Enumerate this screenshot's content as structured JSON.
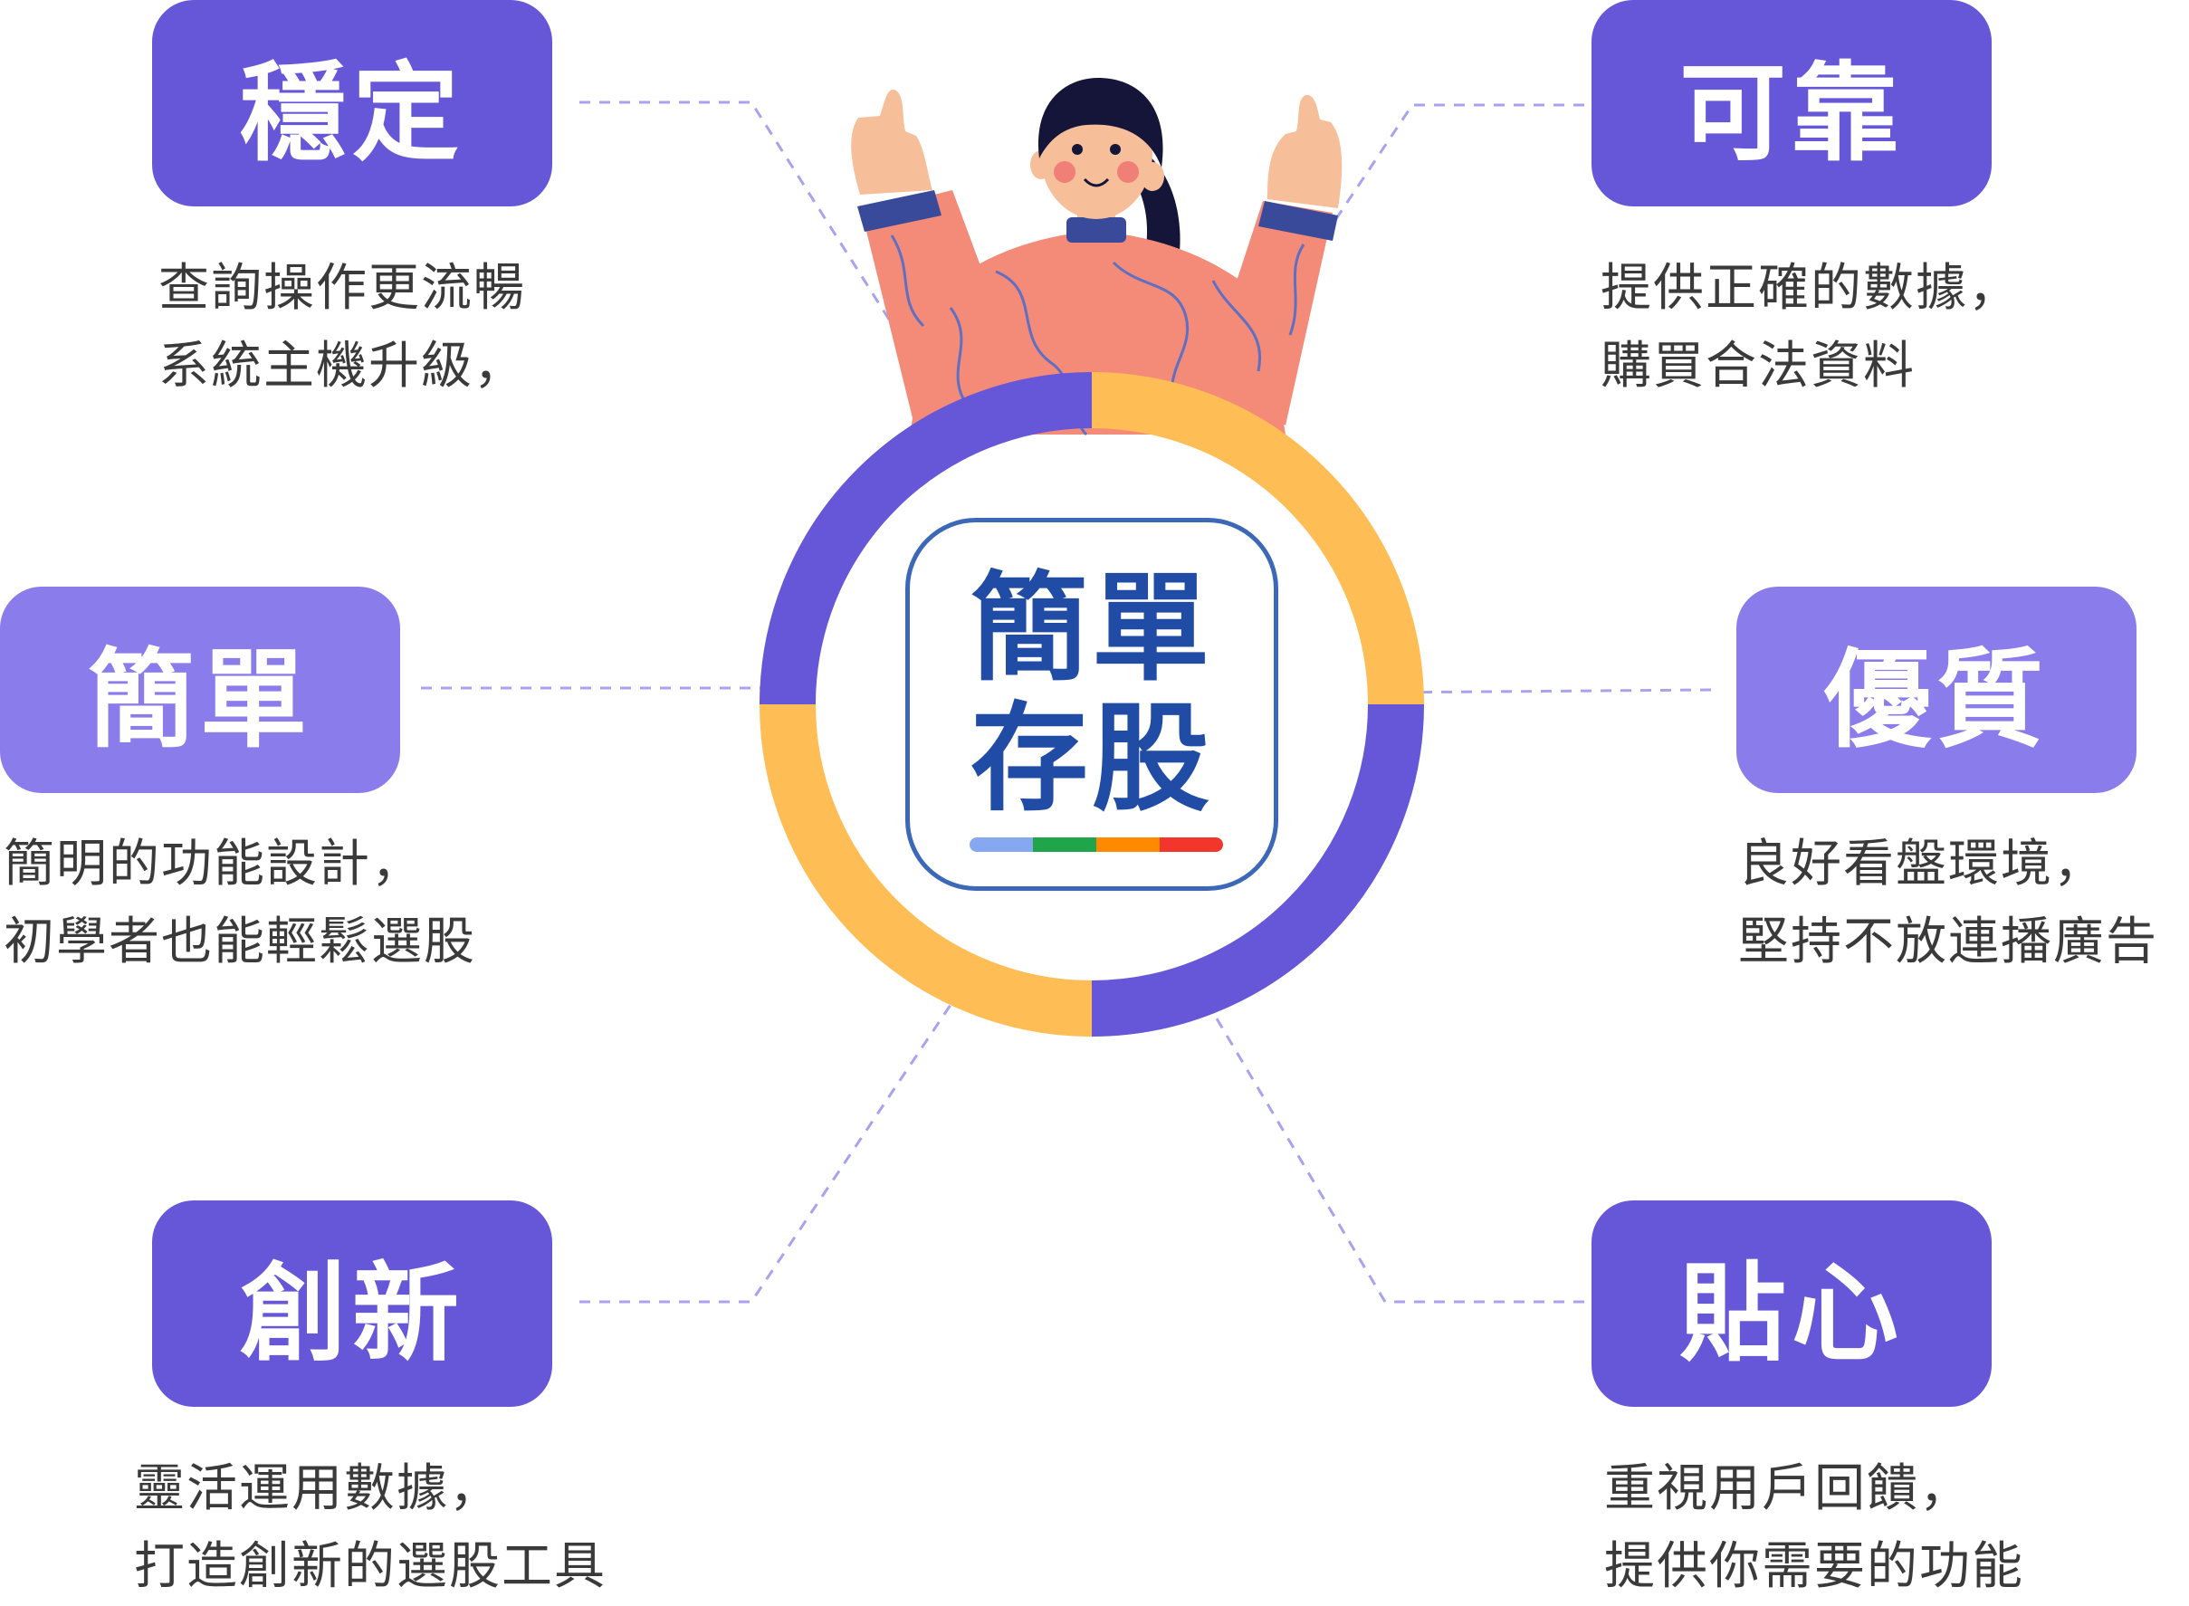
{
  "center": {
    "logo_line1": "簡單",
    "logo_line2": "存股",
    "ring_colors": [
      "#6657D9",
      "#FFBE55",
      "#6657D9",
      "#FFBE55"
    ],
    "stripe_colors": [
      "#86A8F0",
      "#21A54A",
      "#FF8A00",
      "#F2362B"
    ],
    "logo_text_color": "#214CA5"
  },
  "features": [
    {
      "key": "stable",
      "title": "穩定",
      "lines": [
        "查詢操作更流暢",
        "系統主機升級，"
      ],
      "color": "#6657D9"
    },
    {
      "key": "reliable",
      "title": "可靠",
      "lines": [
        "提供正確的數據，",
        "購買合法資料"
      ],
      "color": "#6657D9"
    },
    {
      "key": "simple",
      "title": "簡單",
      "lines": [
        "簡明的功能設計，",
        "初學者也能輕鬆選股"
      ],
      "color": "#8A7CEB"
    },
    {
      "key": "quality",
      "title": "優質",
      "lines": [
        "良好看盤環境，",
        "堅持不放連播廣告"
      ],
      "color": "#8A7CEB"
    },
    {
      "key": "innovative",
      "title": "創新",
      "lines": [
        "靈活運用數據，",
        "打造創新的選股工具"
      ],
      "color": "#6657D9"
    },
    {
      "key": "caring",
      "title": "貼心",
      "lines": [
        "重視用戶回饋，",
        "提供你需要的功能"
      ],
      "color": "#6657D9"
    }
  ],
  "illustration": {
    "name": "thumbs-up-woman",
    "sweater_color": "#F48A78",
    "hair_color": "#15153A",
    "skin_color": "#F7BE9A"
  }
}
